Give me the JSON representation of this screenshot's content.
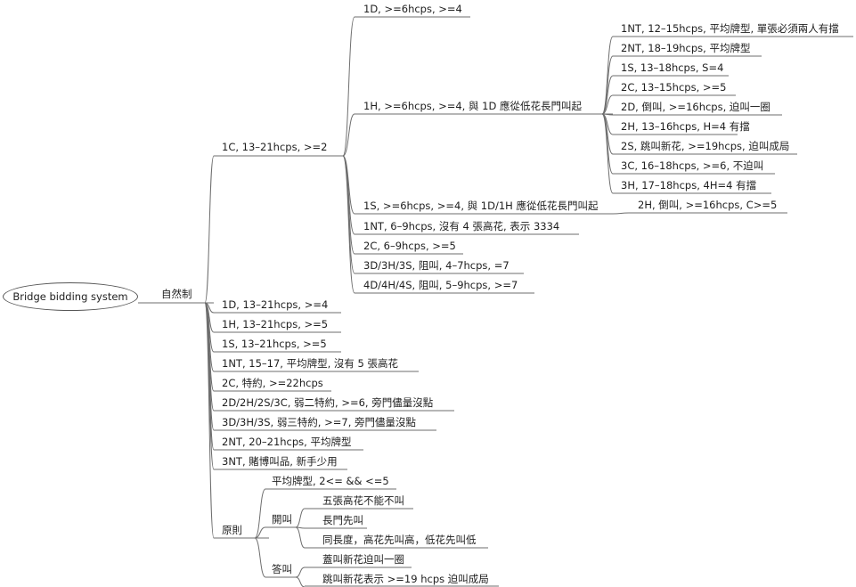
{
  "root": "Bridge bidding system",
  "system": "自然制",
  "c1": {
    "label": "1C, 13–21hcps, >=2",
    "r1D": "1D, >=6hcps, >=4",
    "r1H": {
      "label": "1H, >=6hcps, >=4, 與 1D 應從低花長門叫起",
      "rebids": [
        "1NT, 12–15hcps, 平均牌型, 單張必須兩人有擋",
        "2NT, 18–19hcps, 平均牌型",
        "1S, 13–18hcps, S=4",
        "2C, 13–15hcps, >=5",
        "2D, 倒叫, >=16hcps, 迫叫一圈",
        "2H, 13–16hcps, H=4 有擋",
        "2S, 跳叫新花, >=19hcps, 迫叫成局",
        "3C, 16–18hcps, >=6, 不迫叫",
        "3H, 17–18hcps, 4H=4 有擋"
      ]
    },
    "r1S": {
      "label": "1S, >=6hcps, >=4, 與 1D/1H 應從低花長門叫起",
      "rebid": "2H, 倒叫, >=16hcps, C>=5"
    },
    "rest": [
      "1NT, 6–9hcps, 沒有 4 張高花, 表示 3334",
      "2C, 6–9hcps, >=5",
      "3D/3H/3S, 阻叫, 4–7hcps, =7",
      "4D/4H/4S, 阻叫, 5–9hcps, >=7"
    ]
  },
  "openings": [
    "1D, 13–21hcps, >=4",
    "1H, 13–21hcps, >=5",
    "1S, 13–21hcps, >=5",
    "1NT, 15–17, 平均牌型, 沒有 5 張高花",
    "2C, 特約, >=22hcps",
    "2D/2H/2S/3C, 弱二特約, >=6, 旁門儘量沒點",
    "3D/3H/3S, 弱三特約, >=7, 旁門儘量沒點",
    "2NT, 20–21hcps, 平均牌型",
    "3NT, 賭博叫品, 新手少用"
  ],
  "principles": {
    "label": "原則",
    "balanced": "平均牌型, 2<= && <=5",
    "opening": {
      "label": "開叫",
      "items": [
        "五張高花不能不叫",
        "長門先叫",
        "同長度，高花先叫高，低花先叫低"
      ]
    },
    "response": {
      "label": "答叫",
      "items": [
        "蓋叫新花迫叫一圈",
        "跳叫新花表示 >=19 hcps 迫叫成局"
      ]
    }
  },
  "colors": {
    "line": "#6e6e6e",
    "text": "#1e1e1e"
  }
}
